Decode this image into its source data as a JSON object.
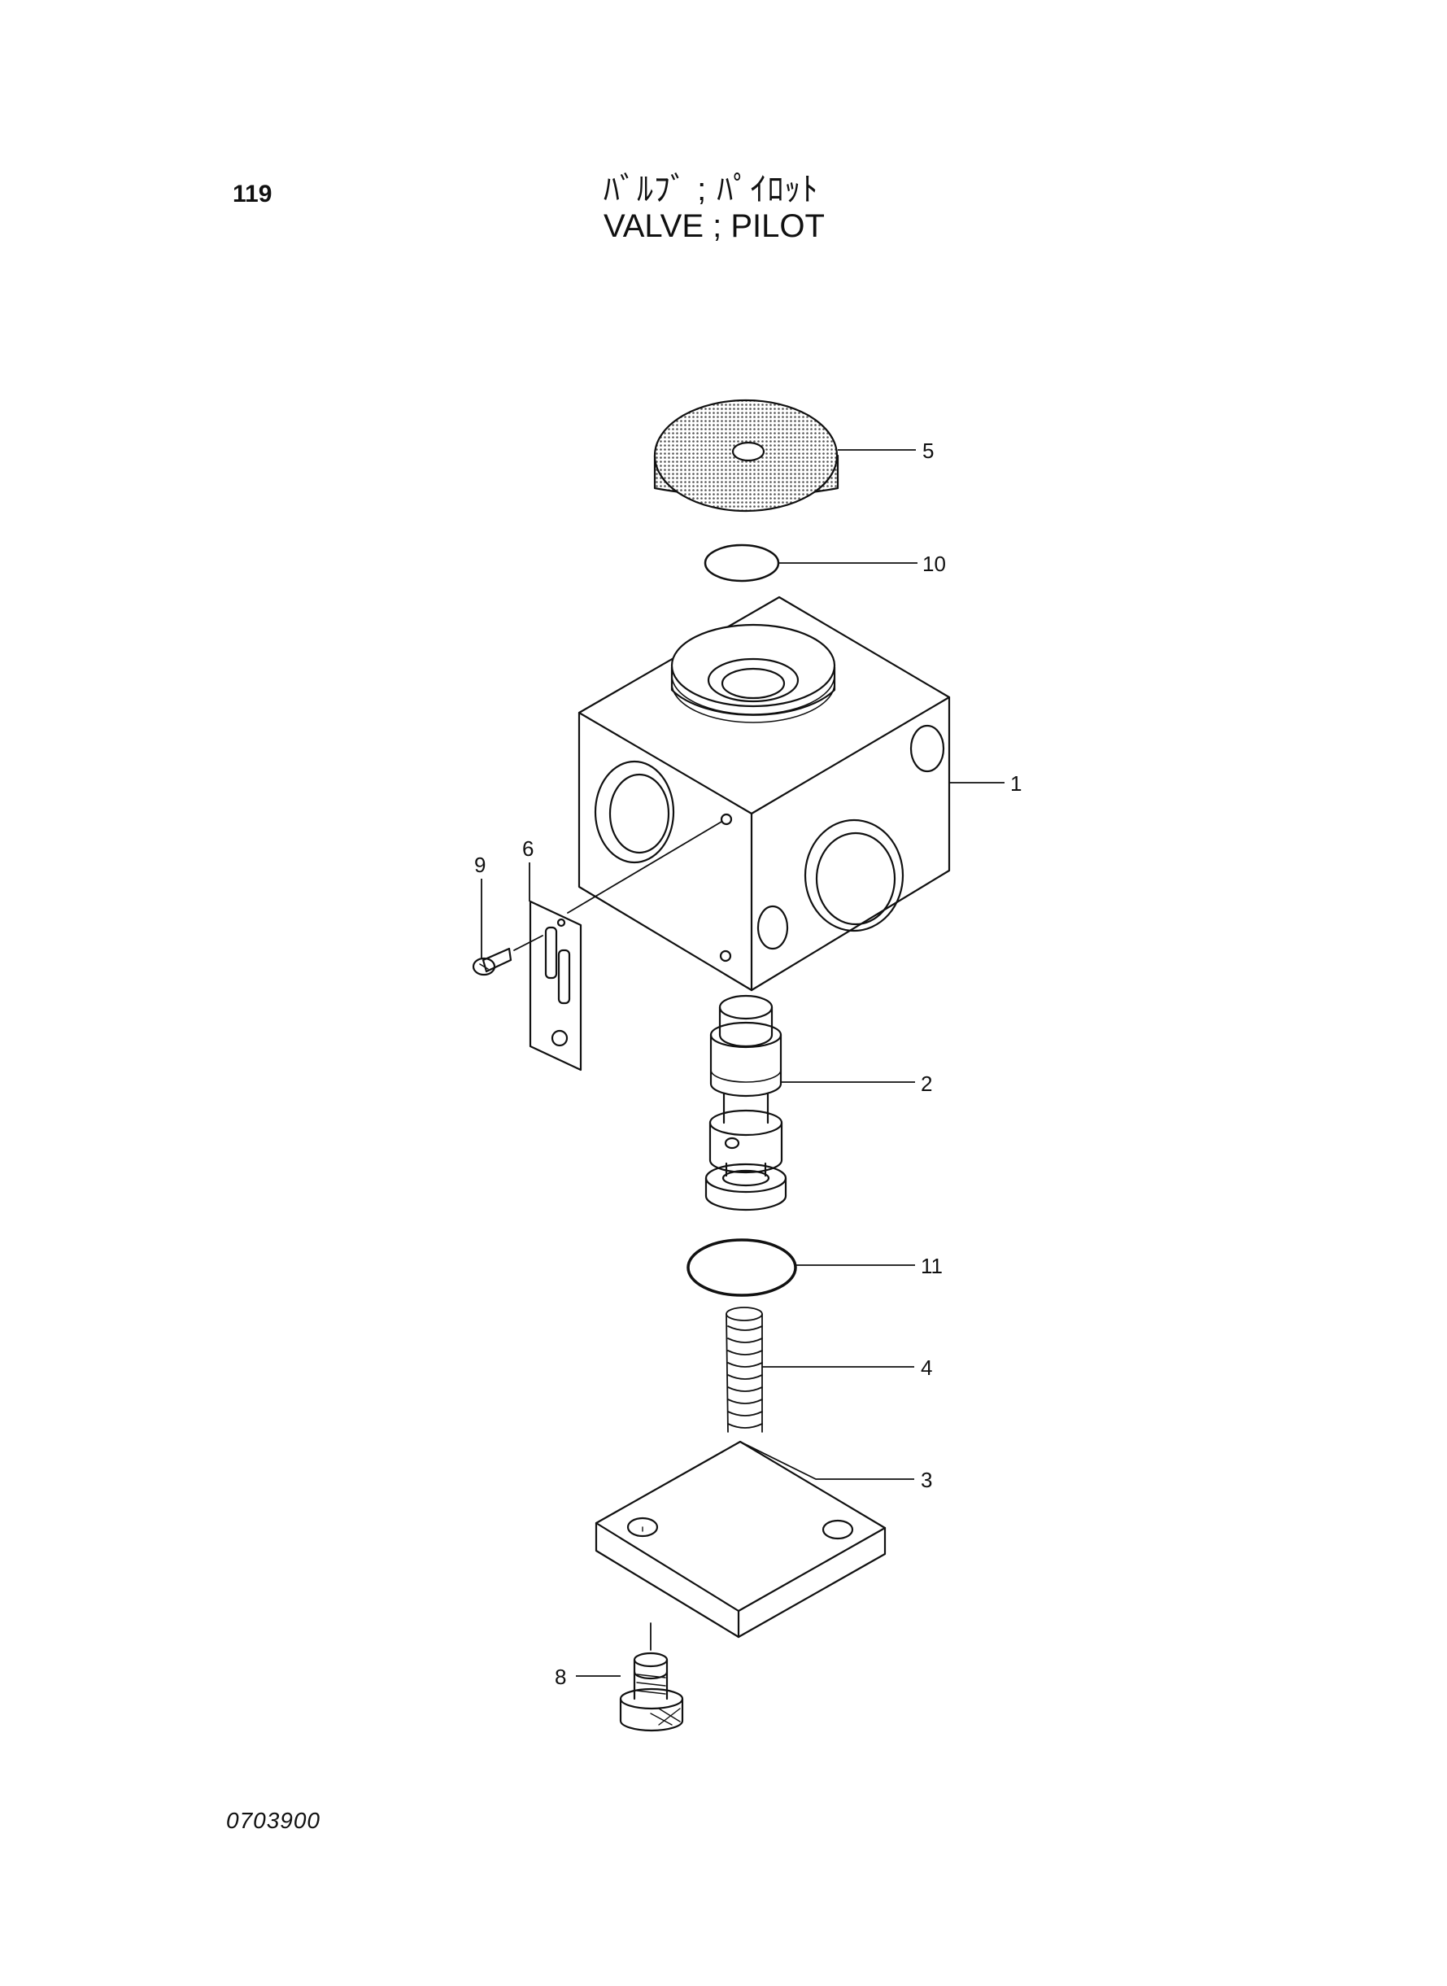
{
  "header": {
    "page_number": "119",
    "title_jp": "ﾊﾞﾙﾌﾞ ; ﾊﾟｲﾛｯﾄ",
    "title_en": "VALVE ; PILOT"
  },
  "footer": {
    "drawing_number": "0703900"
  },
  "callouts": [
    {
      "id": "5",
      "label": "5"
    },
    {
      "id": "10",
      "label": "10"
    },
    {
      "id": "1",
      "label": "1"
    },
    {
      "id": "6",
      "label": "6"
    },
    {
      "id": "9",
      "label": "9"
    },
    {
      "id": "2",
      "label": "2"
    },
    {
      "id": "11",
      "label": "11"
    },
    {
      "id": "4",
      "label": "4"
    },
    {
      "id": "3",
      "label": "3"
    },
    {
      "id": "8",
      "label": "8"
    }
  ]
}
